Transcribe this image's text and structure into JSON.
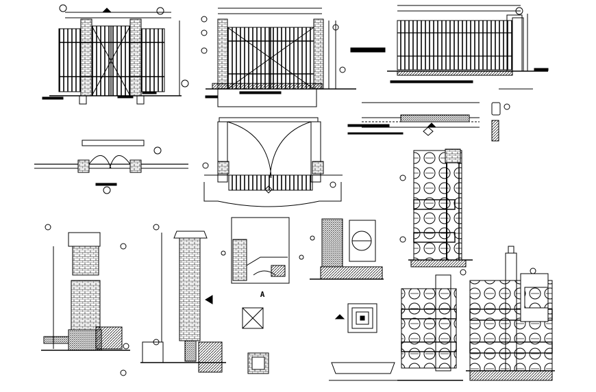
{
  "sheet": {
    "type": "cad-drawing-sheet",
    "line_color": "#000000",
    "background": "#ffffff"
  },
  "labels": {
    "elevation_title": "ELEVATION",
    "detail_marker": "A"
  }
}
